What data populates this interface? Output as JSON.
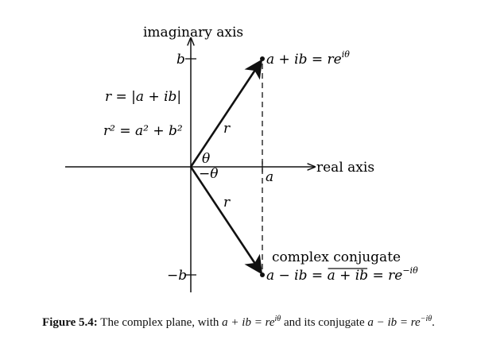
{
  "labels": {
    "imag_axis": "imaginary axis",
    "real_axis": "real axis",
    "b_tick": "b",
    "neg_b_tick": "−b",
    "a_tick": "a",
    "r_def": "r = |a + ib|",
    "r2_def": "r² = a² + b²",
    "r_upper": "r",
    "r_lower": "r",
    "theta": "θ",
    "neg_theta": "−θ",
    "point_upper": "a + ib = re",
    "point_upper_exp": "iθ",
    "conj_title": "complex conjugate",
    "point_lower_a": "a − ib = ",
    "point_lower_over": "a + ib",
    "point_lower_eq": " = re",
    "point_lower_exp": "−iθ"
  },
  "caption": {
    "label": "Figure 5.4:",
    "text1": " The complex plane, with ",
    "expr1": "a + ib = re",
    "expr1_exp": "iθ",
    "text2": " and its conjugate ",
    "expr2": "a − ib = re",
    "expr2_exp": "−iθ",
    "text3": "."
  },
  "colors": {
    "ink": "#111111",
    "background": "#ffffff"
  }
}
